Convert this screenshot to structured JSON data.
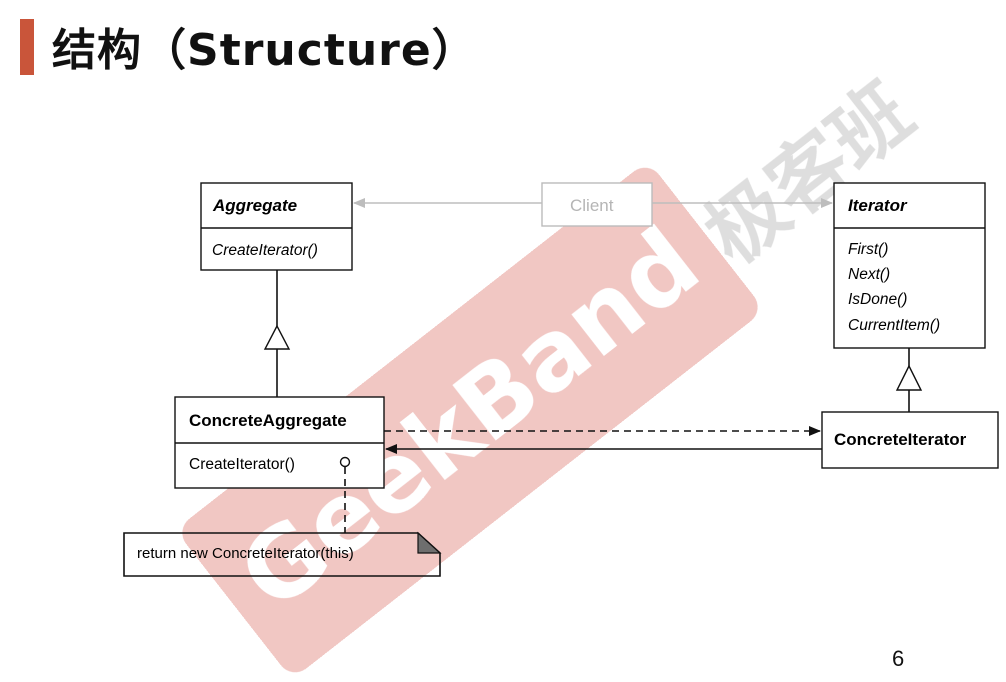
{
  "slide": {
    "title": "结构（Structure）",
    "page_number": "6"
  },
  "diagram": {
    "aggregate": {
      "name": "Aggregate",
      "ops": [
        "CreateIterator()"
      ]
    },
    "client": {
      "name": "Client"
    },
    "iterator": {
      "name": "Iterator",
      "ops": [
        "First()",
        "Next()",
        "IsDone()",
        "CurrentItem()"
      ]
    },
    "concrete_aggregate": {
      "name": "ConcreteAggregate",
      "ops": [
        "CreateIterator()"
      ]
    },
    "concrete_iterator": {
      "name": "ConcreteIterator"
    },
    "note": {
      "text": "return new ConcreteIterator(this)"
    }
  },
  "watermark": {
    "brand": "GeekBand",
    "chinese": "极客班",
    "color": "#e8a5a0"
  }
}
